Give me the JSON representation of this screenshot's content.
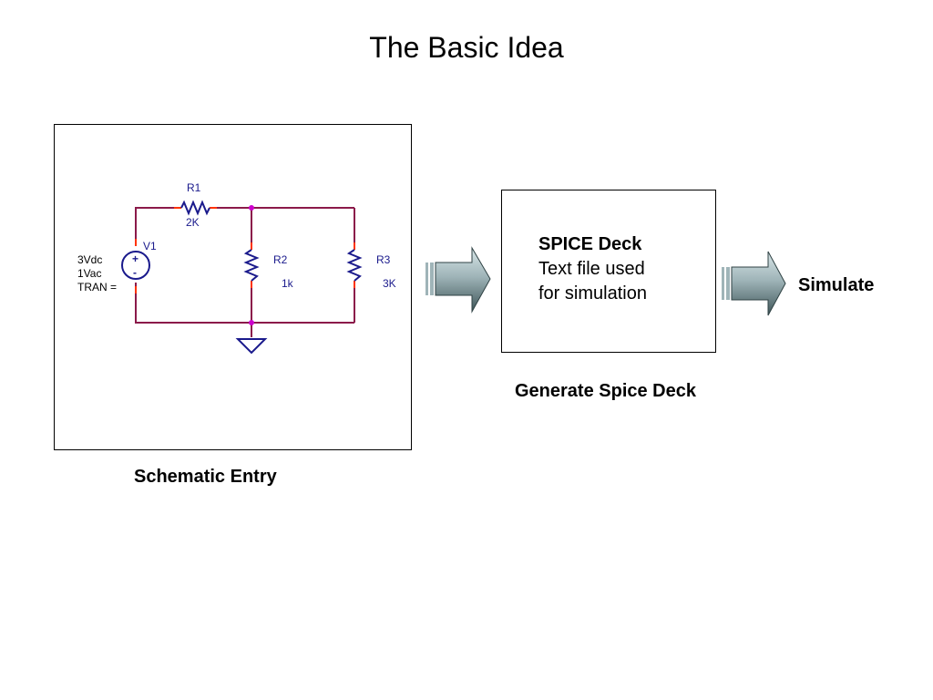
{
  "slide": {
    "title": "The Basic Idea"
  },
  "schematic": {
    "caption": "Schematic Entry",
    "source": {
      "name": "V1",
      "dc": "3Vdc",
      "ac": "1Vac",
      "tran": "TRAN =",
      "plus": "+",
      "minus": "-"
    },
    "r1": {
      "name": "R1",
      "value": "2K"
    },
    "r2": {
      "name": "R2",
      "value": "1k"
    },
    "r3": {
      "name": "R3",
      "value": "3K"
    },
    "colors": {
      "wire": "#8b1a4a",
      "component": "#1a1a8c",
      "node": "#cc00cc",
      "pin": "#ff3300"
    }
  },
  "deck": {
    "title": "SPICE Deck",
    "line1": "Text file used",
    "line2": "for simulation",
    "caption": "Generate Spice Deck"
  },
  "simulate": {
    "caption": "Simulate"
  }
}
